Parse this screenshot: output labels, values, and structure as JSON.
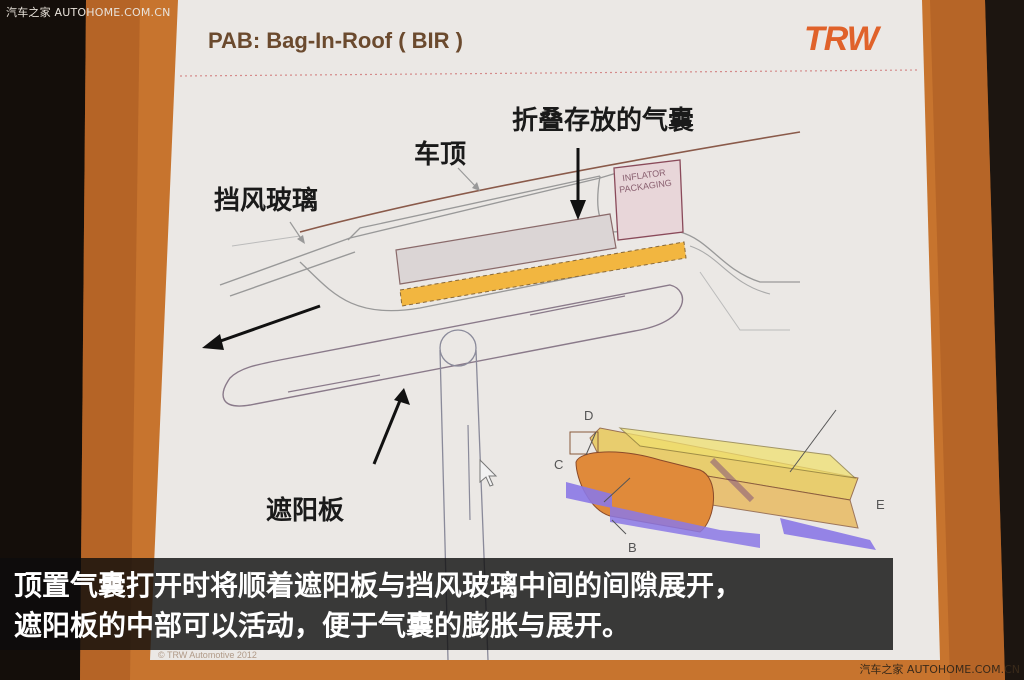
{
  "watermark": {
    "top": "汽车之家  AUTOHOME.COM.CN",
    "bottom": "汽车之家  AUTOHOME.COM.CN"
  },
  "slide": {
    "title": "PAB:  Bag-In-Roof ( BIR )",
    "logo": "TRW",
    "copyright": "© TRW Automotive 2012",
    "labels": {
      "folded_airbag": "折叠存放的气囊",
      "roof": "车顶",
      "windshield": "挡风玻璃",
      "sun_visor": "遮阳板"
    },
    "inflator_text": "INFLATOR PACKAGING",
    "component_letters": [
      "D",
      "C",
      "B",
      "E"
    ],
    "colors": {
      "screen_orange": "#c8752f",
      "slide_bg": "#ece9e6",
      "airbag_fill": "#d9d3d3",
      "yellow_strip": "#f2b640",
      "trw_orange": "#e0622a",
      "purple_component": "#8b78e6"
    }
  },
  "caption": {
    "line1": "顶置气囊打开时将顺着遮阳板与挡风玻璃中间的间隙展开，",
    "line2": "遮阳板的中部可以活动，便于气囊的膨胀与展开。"
  }
}
